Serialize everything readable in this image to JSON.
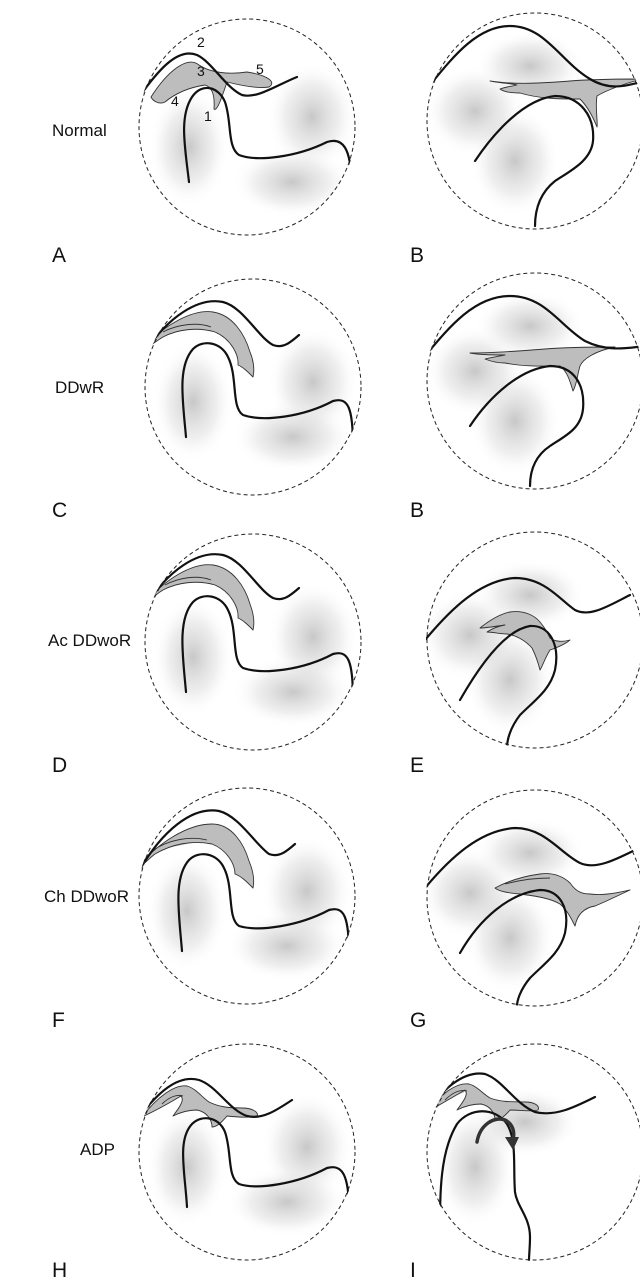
{
  "rows": [
    {
      "label": "Normal",
      "left_panel": "A",
      "right_panel": "B"
    },
    {
      "label": "DDwR",
      "left_panel": "C",
      "right_panel": "B"
    },
    {
      "label": "Ac DDwoR",
      "left_panel": "D",
      "right_panel": "E"
    },
    {
      "label": "Ch DDwoR",
      "left_panel": "F",
      "right_panel": "G"
    },
    {
      "label": "ADP",
      "left_panel": "H",
      "right_panel": "I"
    }
  ],
  "structure_numbers": [
    "1",
    "2",
    "3",
    "4",
    "5"
  ],
  "colors": {
    "disc": "#bdbdbd",
    "bone_outline": "#111111",
    "shade": "#9a9a9a"
  },
  "icons": {
    "rotation": "curved-arrow-icon"
  }
}
